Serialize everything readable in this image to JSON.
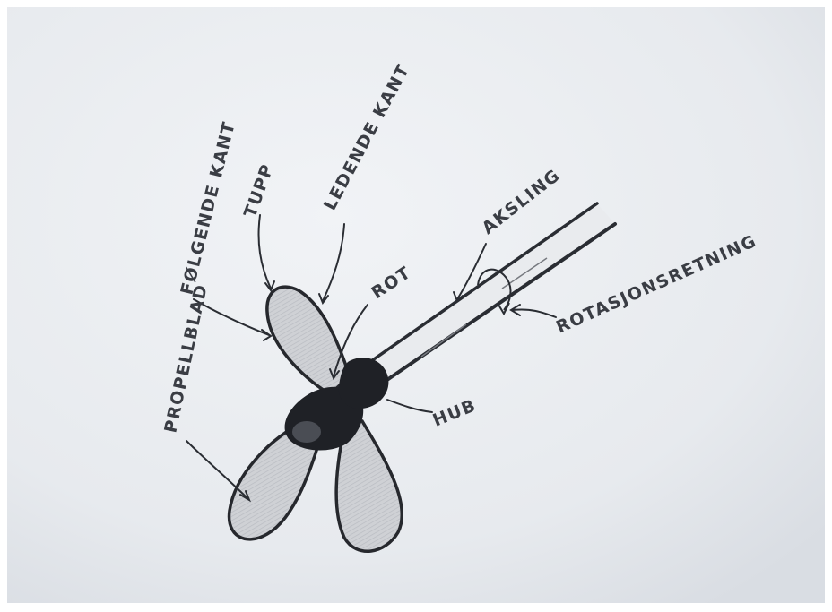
{
  "diagram": {
    "labels": {
      "trailing_edge": "FØLGENDE KANT",
      "tip": "TUPP",
      "leading_edge": "LEDENDE KANT",
      "shaft": "AKSLING",
      "rotation_direction": "ROTASJONSRETNING",
      "root": "ROT",
      "hub": "HUB",
      "blade": "PROPELLBLAD"
    },
    "colors": {
      "paper": "#eef1f4",
      "ink": "#2a2d33",
      "blade_fill": "#c9cbd0"
    }
  }
}
